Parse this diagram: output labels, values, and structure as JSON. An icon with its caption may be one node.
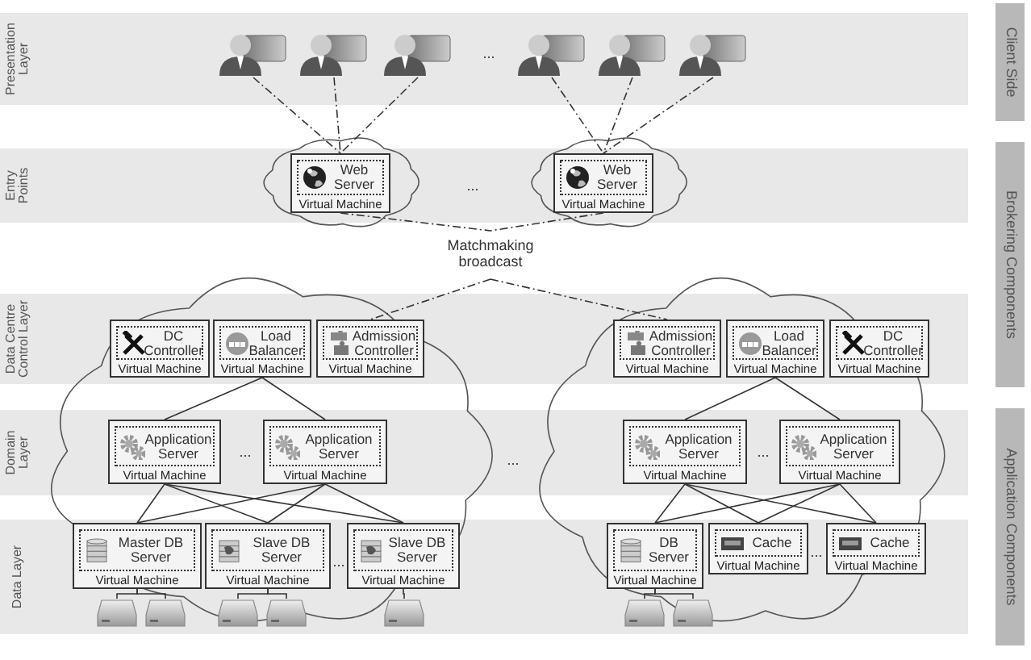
{
  "diagram": {
    "nodes": [
      {
        "text": [
          "Client Side"
        ]
      },
      {
        "text": [
          "Brokering Components"
        ]
      },
      {
        "text": [
          "Application Components"
        ]
      },
      {
        "text": [],
        "shape": "person"
      },
      {
        "text": [],
        "shape": "person"
      },
      {
        "text": [],
        "shape": "person"
      },
      {
        "text": [],
        "shape": "person"
      },
      {
        "text": [],
        "shape": "person"
      },
      {
        "text": [],
        "shape": "person"
      },
      {
        "text": [],
        "shape": "cloud"
      },
      {
        "text": [
          "Web Server",
          "Virtual Machine"
        ],
        "in": 9
      },
      {
        "text": [],
        "shape": "cloud"
      },
      {
        "text": [
          "Web Server",
          "Virtual Machine"
        ],
        "in": 11
      },
      {
        "text": [
          "Matchmaking broadcast"
        ]
      },
      {
        "text": [],
        "shape": "cloud"
      },
      {
        "text": [
          "DC Controller",
          "Virtual Machine"
        ],
        "in": 14
      },
      {
        "text": [
          "Load Balancer",
          "Virtual Machine"
        ],
        "in": 14
      },
      {
        "text": [
          "Admission Controller",
          "Virtual Machine"
        ],
        "in": 14
      },
      {
        "text": [
          "Application Server",
          "Virtual Machine"
        ],
        "in": 14
      },
      {
        "text": [
          "Application Server",
          "Virtual Machine"
        ],
        "in": 14
      },
      {
        "text": [
          "Master DB Server",
          "Virtual Machine"
        ],
        "in": 14
      },
      {
        "text": [
          "Slave DB Server",
          "Virtual Machine"
        ],
        "in": 14
      },
      {
        "text": [
          "Slave DB Server",
          "Virtual Machine"
        ],
        "in": 14
      },
      {
        "text": [],
        "shape": "disk",
        "in": 14
      },
      {
        "text": [],
        "shape": "disk",
        "in": 14
      },
      {
        "text": [],
        "shape": "disk",
        "in": 14
      },
      {
        "text": [],
        "shape": "disk",
        "in": 14
      },
      {
        "text": [],
        "shape": "disk",
        "in": 14
      },
      {
        "text": [],
        "shape": "cloud"
      },
      {
        "text": [
          "Admission Controller",
          "Virtual Machine"
        ],
        "in": 28
      },
      {
        "text": [
          "Load Balancer",
          "Virtual Machine"
        ],
        "in": 28
      },
      {
        "text": [
          "DC Controller",
          "Virtual Machine"
        ],
        "in": 28
      },
      {
        "text": [
          "Application Server",
          "Virtual Machine"
        ],
        "in": 28
      },
      {
        "text": [
          "Application Server",
          "Virtual Machine"
        ],
        "in": 28
      },
      {
        "text": [
          "DB Server",
          "Virtual Machine"
        ],
        "in": 28
      },
      {
        "text": [
          "Cache",
          "Virtual Machine"
        ],
        "in": 28
      },
      {
        "text": [
          "Cache",
          "Virtual Machine"
        ],
        "in": 28
      },
      {
        "text": [],
        "shape": "disk",
        "in": 28
      },
      {
        "text": [],
        "shape": "disk",
        "in": 28
      }
    ],
    "edges": [
      {
        "from": 3,
        "to": 10,
        "arrow": "none",
        "style": "dashed"
      },
      {
        "from": 4,
        "to": 10,
        "arrow": "none",
        "style": "dashed"
      },
      {
        "from": 5,
        "to": 10,
        "arrow": "none",
        "style": "dashed"
      },
      {
        "from": 6,
        "to": 12,
        "arrow": "none",
        "style": "dashed"
      },
      {
        "from": 7,
        "to": 12,
        "arrow": "none",
        "style": "dashed"
      },
      {
        "from": 8,
        "to": 12,
        "arrow": "none",
        "style": "dashed"
      },
      {
        "from": 10,
        "to": 13,
        "arrow": "none",
        "style": "dashed"
      },
      {
        "from": 12,
        "to": 13,
        "arrow": "none",
        "style": "dashed"
      },
      {
        "from": 13,
        "to": 17,
        "arrow": "none",
        "style": "dashed"
      },
      {
        "from": 13,
        "to": 29,
        "arrow": "none",
        "style": "dashed"
      },
      {
        "from": 16,
        "to": 18,
        "arrow": "none"
      },
      {
        "from": 16,
        "to": 19,
        "arrow": "none"
      },
      {
        "from": 18,
        "to": 20,
        "arrow": "none"
      },
      {
        "from": 18,
        "to": 21,
        "arrow": "none"
      },
      {
        "from": 18,
        "to": 22,
        "arrow": "none"
      },
      {
        "from": 19,
        "to": 20,
        "arrow": "none"
      },
      {
        "from": 19,
        "to": 21,
        "arrow": "none"
      },
      {
        "from": 19,
        "to": 22,
        "arrow": "none"
      },
      {
        "from": 20,
        "to": 23,
        "arrow": "none"
      },
      {
        "from": 20,
        "to": 24,
        "arrow": "none"
      },
      {
        "from": 21,
        "to": 25,
        "arrow": "none"
      },
      {
        "from": 21,
        "to": 26,
        "arrow": "none"
      },
      {
        "from": 22,
        "to": 27,
        "arrow": "none"
      },
      {
        "from": 30,
        "to": 32,
        "arrow": "none"
      },
      {
        "from": 30,
        "to": 33,
        "arrow": "none"
      },
      {
        "from": 32,
        "to": 34,
        "arrow": "none"
      },
      {
        "from": 32,
        "to": 35,
        "arrow": "none"
      },
      {
        "from": 32,
        "to": 36,
        "arrow": "none"
      },
      {
        "from": 33,
        "to": 34,
        "arrow": "none"
      },
      {
        "from": 33,
        "to": 35,
        "arrow": "none"
      },
      {
        "from": 33,
        "to": 36,
        "arrow": "none"
      },
      {
        "from": 34,
        "to": 37,
        "arrow": "none"
      },
      {
        "from": 34,
        "to": 38,
        "arrow": "none"
      }
    ],
    "labels": [
      "Presentation Layer",
      "...",
      "Entry Points",
      "...",
      "Data Centre Control Layer",
      "Domain Layer",
      "...",
      "...",
      "...",
      "Data Layer",
      "...",
      "..."
    ]
  }
}
